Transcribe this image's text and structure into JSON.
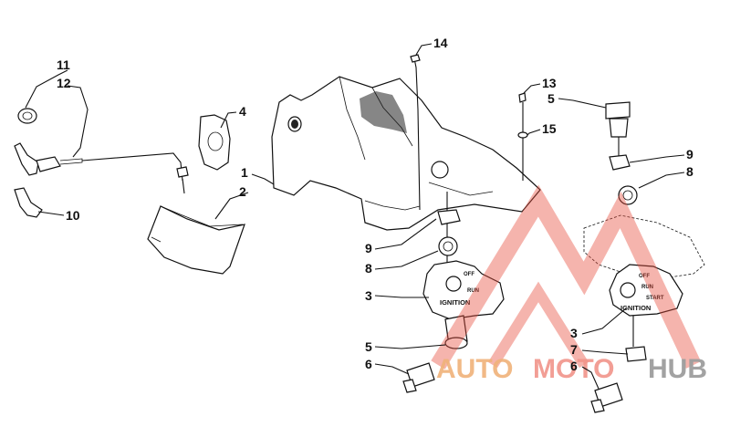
{
  "diagram": {
    "callouts": [
      {
        "id": "c11",
        "text": "11"
      },
      {
        "id": "c12",
        "text": "12"
      },
      {
        "id": "c4",
        "text": "4"
      },
      {
        "id": "c1",
        "text": "1"
      },
      {
        "id": "c2",
        "text": "2"
      },
      {
        "id": "c10",
        "text": "10"
      },
      {
        "id": "c14",
        "text": "14"
      },
      {
        "id": "c13",
        "text": "13"
      },
      {
        "id": "c5a",
        "text": "5"
      },
      {
        "id": "c15",
        "text": "15"
      },
      {
        "id": "c9a",
        "text": "9"
      },
      {
        "id": "c8a",
        "text": "8"
      },
      {
        "id": "c9b",
        "text": "9"
      },
      {
        "id": "c8b",
        "text": "8"
      },
      {
        "id": "c3a",
        "text": "3"
      },
      {
        "id": "c5b",
        "text": "5"
      },
      {
        "id": "c6a",
        "text": "6"
      },
      {
        "id": "c3b",
        "text": "3"
      },
      {
        "id": "c7",
        "text": "7"
      },
      {
        "id": "c6b",
        "text": "6"
      }
    ],
    "ignition_plate": {
      "label": "IGNITION",
      "off": "OFF",
      "run": "RUN"
    },
    "ignition_plate_start": {
      "label": "IGNITION",
      "off": "OFF",
      "run": "RUN",
      "start": "START"
    }
  },
  "watermark": {
    "brand_auto": "AUTO",
    "brand_moto": "MOTO",
    "brand_hub": "HUB",
    "colors": {
      "auto": "#F0B27A",
      "moto": "#F1948A",
      "hub": "#9E9E9E",
      "logo": "#E74C3C"
    }
  }
}
